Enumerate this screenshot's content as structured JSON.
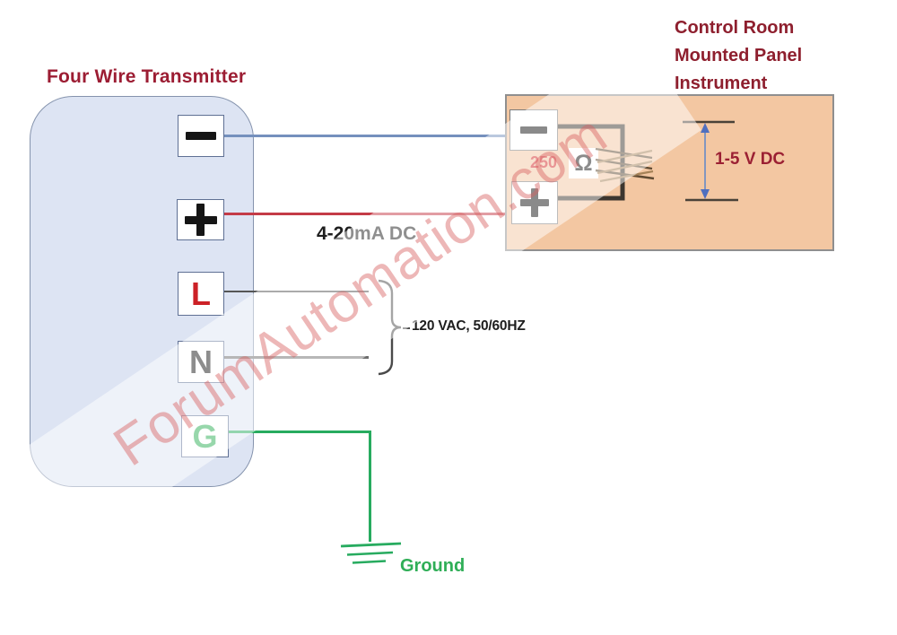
{
  "transmitter": {
    "title": "Four Wire Transmitter",
    "terminals": [
      {
        "id": "negative",
        "symbol": "−"
      },
      {
        "id": "positive",
        "symbol": "+"
      },
      {
        "id": "line",
        "label": "L"
      },
      {
        "id": "neutral",
        "label": "N"
      },
      {
        "id": "ground",
        "label": "G"
      }
    ]
  },
  "panel": {
    "title_lines": [
      "Control Room",
      "Mounted Panel",
      "Instrument"
    ],
    "terminals": [
      {
        "id": "negative",
        "symbol": "−"
      },
      {
        "id": "positive",
        "symbol": "+"
      }
    ],
    "resistor": {
      "value": "250",
      "unit": "Ω"
    },
    "voltage_range": "1-5 V DC"
  },
  "labels": {
    "current_loop": "4-20mA DC",
    "ac_supply": "120 VAC, 50/60HZ",
    "ground": "Ground"
  },
  "watermark": {
    "text": "ForumAutomation.com"
  },
  "colors": {
    "maroon": "#9c1d33",
    "wire-blue": "#7590bd",
    "wire-red": "#c43b47",
    "wire-gray": "#6e6e6e",
    "wire-green": "#27ab5f",
    "terminal-red": "#cc2127",
    "terminal-green": "#2fae57",
    "resistor-red": "#d22b2b",
    "transmitter-fill": "#dde4f3",
    "panel-fill": "#f3c7a2"
  }
}
